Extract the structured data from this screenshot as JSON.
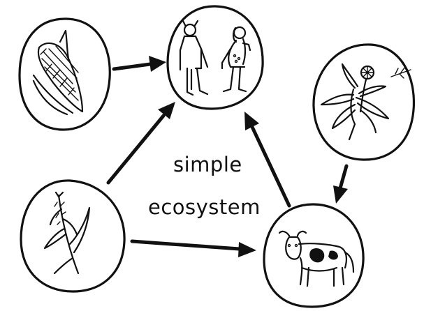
{
  "diagram": {
    "title_line_1": "simple",
    "title_line_2": "ecosystem",
    "ink_color": "#111111",
    "background_color": "#ffffff",
    "nodes": [
      {
        "id": "humans",
        "icon": "humans-icon"
      },
      {
        "id": "corn",
        "icon": "corn-icon"
      },
      {
        "id": "plant",
        "icon": "plant-icon"
      },
      {
        "id": "grass",
        "icon": "grass-icon"
      },
      {
        "id": "cow",
        "icon": "cow-icon"
      }
    ],
    "edges": [
      {
        "from": "corn",
        "to": "humans"
      },
      {
        "from": "grass",
        "to": "humans"
      },
      {
        "from": "cow",
        "to": "humans"
      },
      {
        "from": "plant",
        "to": "cow"
      },
      {
        "from": "grass",
        "to": "cow"
      }
    ]
  }
}
